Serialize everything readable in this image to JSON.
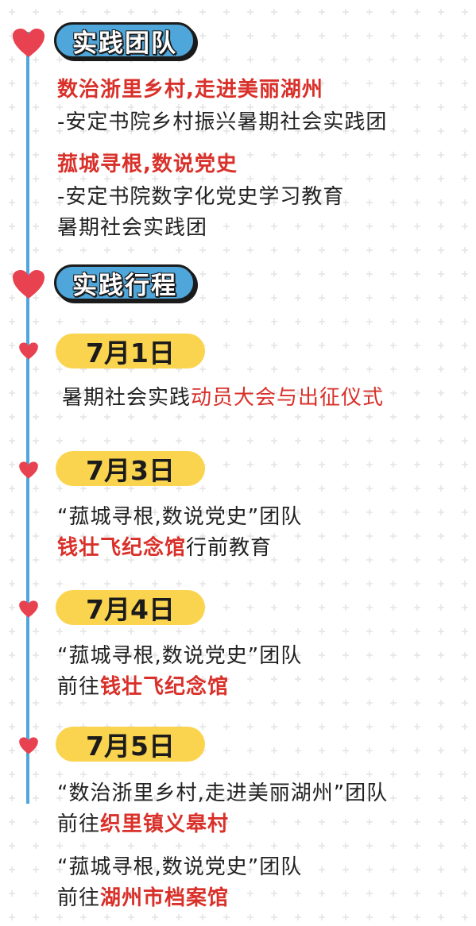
{
  "sections": {
    "team": {
      "title": "实践团队",
      "team1": {
        "name": "数治浙里乡村,走进美丽湖州",
        "desc": "-安定书院乡村振兴暑期社会实践团"
      },
      "team2": {
        "name": "菰城寻根,数说党史",
        "desc_line1": "-安定书院数字化党史学习教育",
        "desc_line2": "暑期社会实践团"
      }
    },
    "schedule": {
      "title": "实践行程",
      "events": [
        {
          "date": "7月1日",
          "line1_plain": "暑期社会实践",
          "line1_red": "动员大会与出征仪式"
        },
        {
          "date": "7月3日",
          "line1": "“菰城寻根,数说党史”团队",
          "line2_red": "钱壮飞纪念馆",
          "line2_plain": "行前教育"
        },
        {
          "date": "7月4日",
          "line1": "“菰城寻根,数说党史”团队",
          "line2_plain": "前往",
          "line2_red": "钱壮飞纪念馆"
        },
        {
          "date": "7月5日",
          "line1": "“数治浙里乡村,走进美丽湖州”团队",
          "line2_plain": "前往",
          "line2_red": "织里镇义皋村",
          "line3": "“菰城寻根,数说党史”团队",
          "line4_plain": "前往",
          "line4_red": "湖州市档案馆"
        }
      ]
    }
  },
  "colors": {
    "accent_blue": "#4ea6da",
    "red": "#d9302a",
    "yellow": "#fbd44f",
    "heart": "#e8414f",
    "grid": "#e6e6e6"
  },
  "icons": {
    "timeline_marker": "heart-icon"
  }
}
